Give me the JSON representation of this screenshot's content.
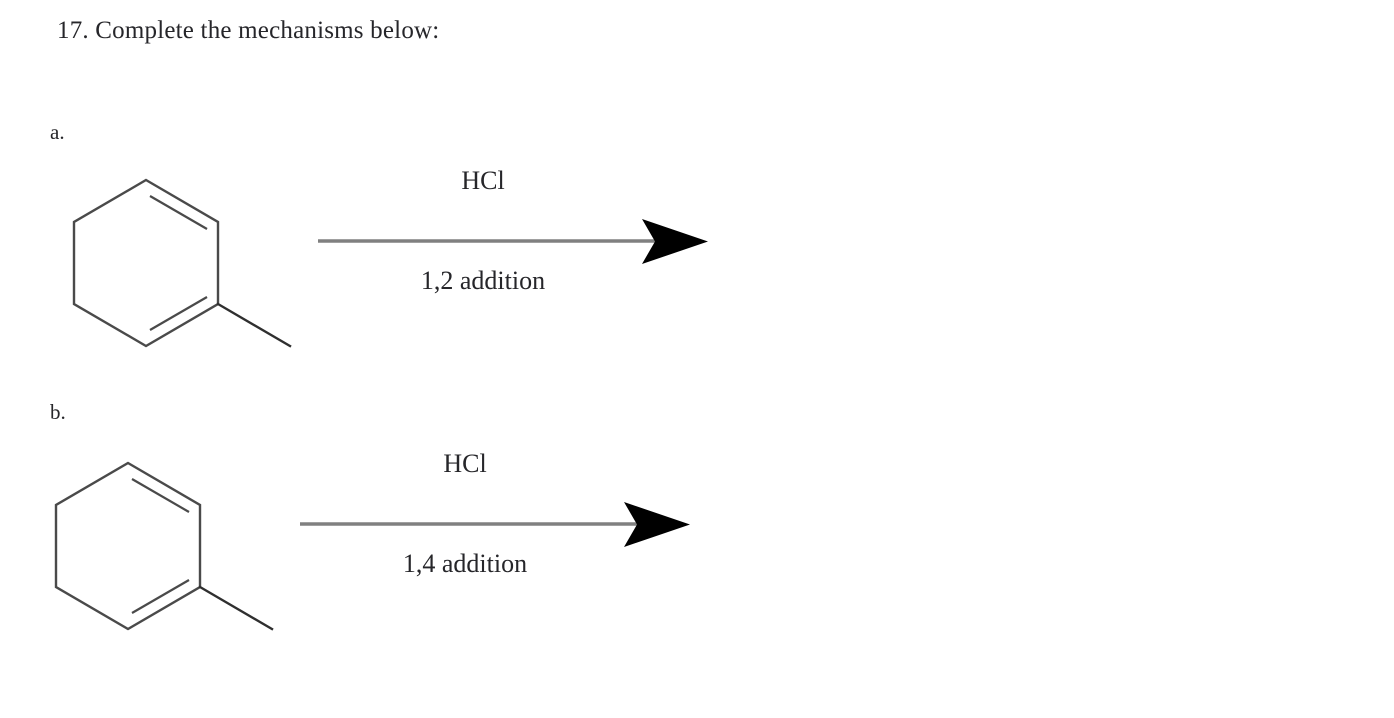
{
  "document": {
    "title": "17. Complete the mechanisms below:",
    "background_color": "#ffffff",
    "text_color": "#26262a",
    "bond_color": "#4a4a4a",
    "arrow_shaft_color": "#808080",
    "arrow_head_color": "#000000"
  },
  "parts": [
    {
      "label": "a.",
      "reactant": {
        "name": "1-methyl-1,3-cyclohexadiene",
        "description": "six-membered carbon ring with two double bonds and a methyl substituent",
        "ring_vertices": 6,
        "double_bonds": 2,
        "substituent": "methyl"
      },
      "arrow": {
        "reagent_above": "HCl",
        "reagent_below": "1,2 addition",
        "direction": "right",
        "head_style": "barbed"
      },
      "product": ""
    },
    {
      "label": "b.",
      "reactant": {
        "name": "1-methyl-1,3-cyclohexadiene",
        "description": "six-membered carbon ring with two double bonds and a methyl substituent",
        "ring_vertices": 6,
        "double_bonds": 2,
        "substituent": "methyl"
      },
      "arrow": {
        "reagent_above": "HCl",
        "reagent_below": "1,4 addition",
        "direction": "right",
        "head_style": "barbed"
      },
      "product": ""
    }
  ]
}
